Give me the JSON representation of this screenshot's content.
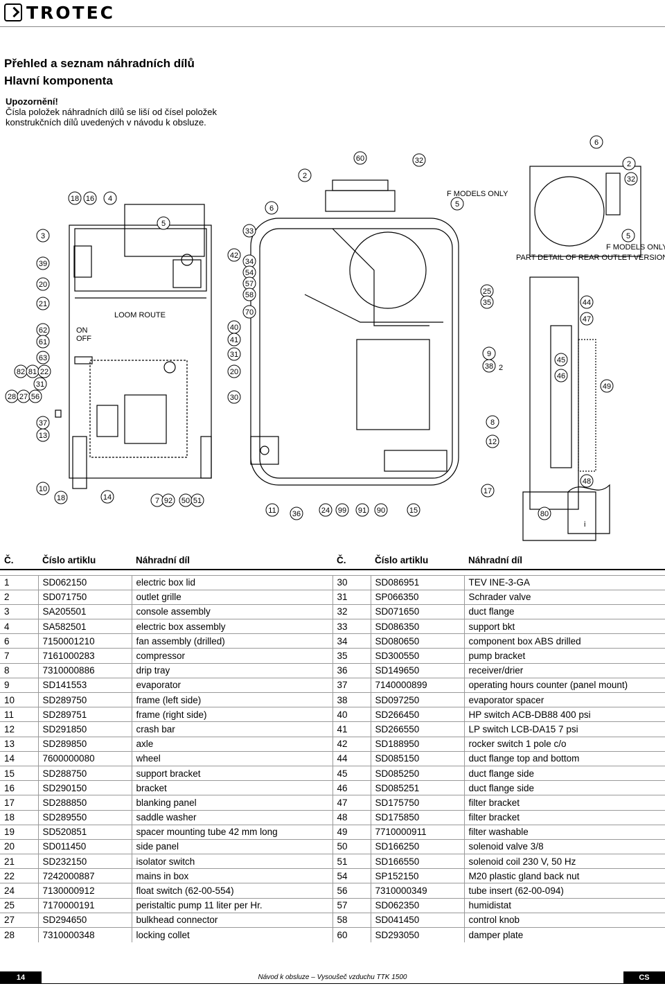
{
  "brand": "TROTEC",
  "title": "Přehled a seznam náhradních dílů",
  "subtitle": "Hlavní komponenta",
  "note": {
    "heading": "Upozornění!",
    "text": "Čísla položek náhradních dílů se liší od čísel položek konstrukčních dílů uvedených v návodu k obsluze."
  },
  "diagram_labels": {
    "loom_route": "LOOM ROUTE",
    "on": "ON",
    "off": "OFF",
    "f_models_only_1": "F MODELS ONLY",
    "f_models_only_2": "F MODELS ONLY",
    "rear_outlet": "PART DETAIL OF REAR OUTLET VERSIONS",
    "info": "i"
  },
  "callouts": [
    "3",
    "39",
    "20",
    "21",
    "62",
    "61",
    "63",
    "82",
    "81",
    "22",
    "31",
    "28",
    "27",
    "56",
    "37",
    "13",
    "10",
    "18",
    "14",
    "7",
    "92",
    "50",
    "51",
    "18",
    "16",
    "4",
    "5",
    "42",
    "40",
    "41",
    "31",
    "20",
    "30",
    "33",
    "34",
    "54",
    "57",
    "58",
    "70",
    "6",
    "2",
    "60",
    "32",
    "5",
    "25",
    "35",
    "9",
    "38",
    "2",
    "8",
    "12",
    "17",
    "11",
    "36",
    "24",
    "99",
    "91",
    "90",
    "15",
    "6",
    "2",
    "32",
    "5",
    "44",
    "47",
    "45",
    "46",
    "49",
    "48",
    "80"
  ],
  "table": {
    "headers": [
      "Č.",
      "Číslo artiklu",
      "Náhradní díl",
      "Č.",
      "Číslo artiklu",
      "Náhradní díl"
    ],
    "rows": [
      [
        "1",
        "SD062150",
        "electric box lid",
        "30",
        "SD086951",
        "TEV INE-3-GA"
      ],
      [
        "2",
        "SD071750",
        "outlet grille",
        "31",
        "SP066350",
        "Schrader valve"
      ],
      [
        "3",
        "SA205501",
        "console assembly",
        "32",
        "SD071650",
        "duct flange"
      ],
      [
        "4",
        "SA582501",
        "electric box assembly",
        "33",
        "SD086350",
        "support bkt"
      ],
      [
        "6",
        "7150001210",
        "fan assembly (drilled)",
        "34",
        "SD080650",
        "component box ABS drilled"
      ],
      [
        "7",
        "7161000283",
        "compressor",
        "35",
        "SD300550",
        "pump bracket"
      ],
      [
        "8",
        "7310000886",
        "drip tray",
        "36",
        "SD149650",
        "receiver/drier"
      ],
      [
        "9",
        "SD141553",
        "evaporator",
        "37",
        "7140000899",
        "operating hours counter (panel mount)"
      ],
      [
        "10",
        "SD289750",
        "frame (left side)",
        "38",
        "SD097250",
        "evaporator spacer"
      ],
      [
        "11",
        "SD289751",
        "frame (right side)",
        "40",
        "SD266450",
        "HP switch ACB-DB88 400 psi"
      ],
      [
        "12",
        "SD291850",
        "crash bar",
        "41",
        "SD266550",
        "LP switch LCB-DA15 7 psi"
      ],
      [
        "13",
        "SD289850",
        "axle",
        "42",
        "SD188950",
        "rocker switch 1 pole c/o"
      ],
      [
        "14",
        "7600000080",
        "wheel",
        "44",
        "SD085150",
        "duct flange top and bottom"
      ],
      [
        "15",
        "SD288750",
        "support bracket",
        "45",
        "SD085250",
        "duct flange side"
      ],
      [
        "16",
        "SD290150",
        "bracket",
        "46",
        "SD085251",
        "duct flange side"
      ],
      [
        "17",
        "SD288850",
        "blanking panel",
        "47",
        "SD175750",
        "filter bracket"
      ],
      [
        "18",
        "SD289550",
        "saddle washer",
        "48",
        "SD175850",
        "filter bracket"
      ],
      [
        "19",
        "SD520851",
        "spacer mounting tube 42 mm long",
        "49",
        "7710000911",
        "filter washable"
      ],
      [
        "20",
        "SD011450",
        "side panel",
        "50",
        "SD166250",
        "solenoid valve 3/8"
      ],
      [
        "21",
        "SD232150",
        "isolator switch",
        "51",
        "SD166550",
        "solenoid coil 230 V, 50 Hz"
      ],
      [
        "22",
        "7242000887",
        "mains in box",
        "54",
        "SP152150",
        "M20 plastic gland back nut"
      ],
      [
        "24",
        "7130000912",
        "float switch (62-00-554)",
        "56",
        "7310000349",
        "tube insert (62-00-094)"
      ],
      [
        "25",
        "7170000191",
        "peristaltic pump 11 liter per Hr.",
        "57",
        "SD062350",
        "humidistat"
      ],
      [
        "27",
        "SD294650",
        "bulkhead connector",
        "58",
        "SD041450",
        "control knob"
      ],
      [
        "28",
        "7310000348",
        "locking collet",
        "60",
        "SD293050",
        "damper plate"
      ]
    ]
  },
  "footer": {
    "page": "14",
    "text": "Návod k obsluze – Vysoušeč vzduchu TTK 1500",
    "lang": "CS"
  }
}
